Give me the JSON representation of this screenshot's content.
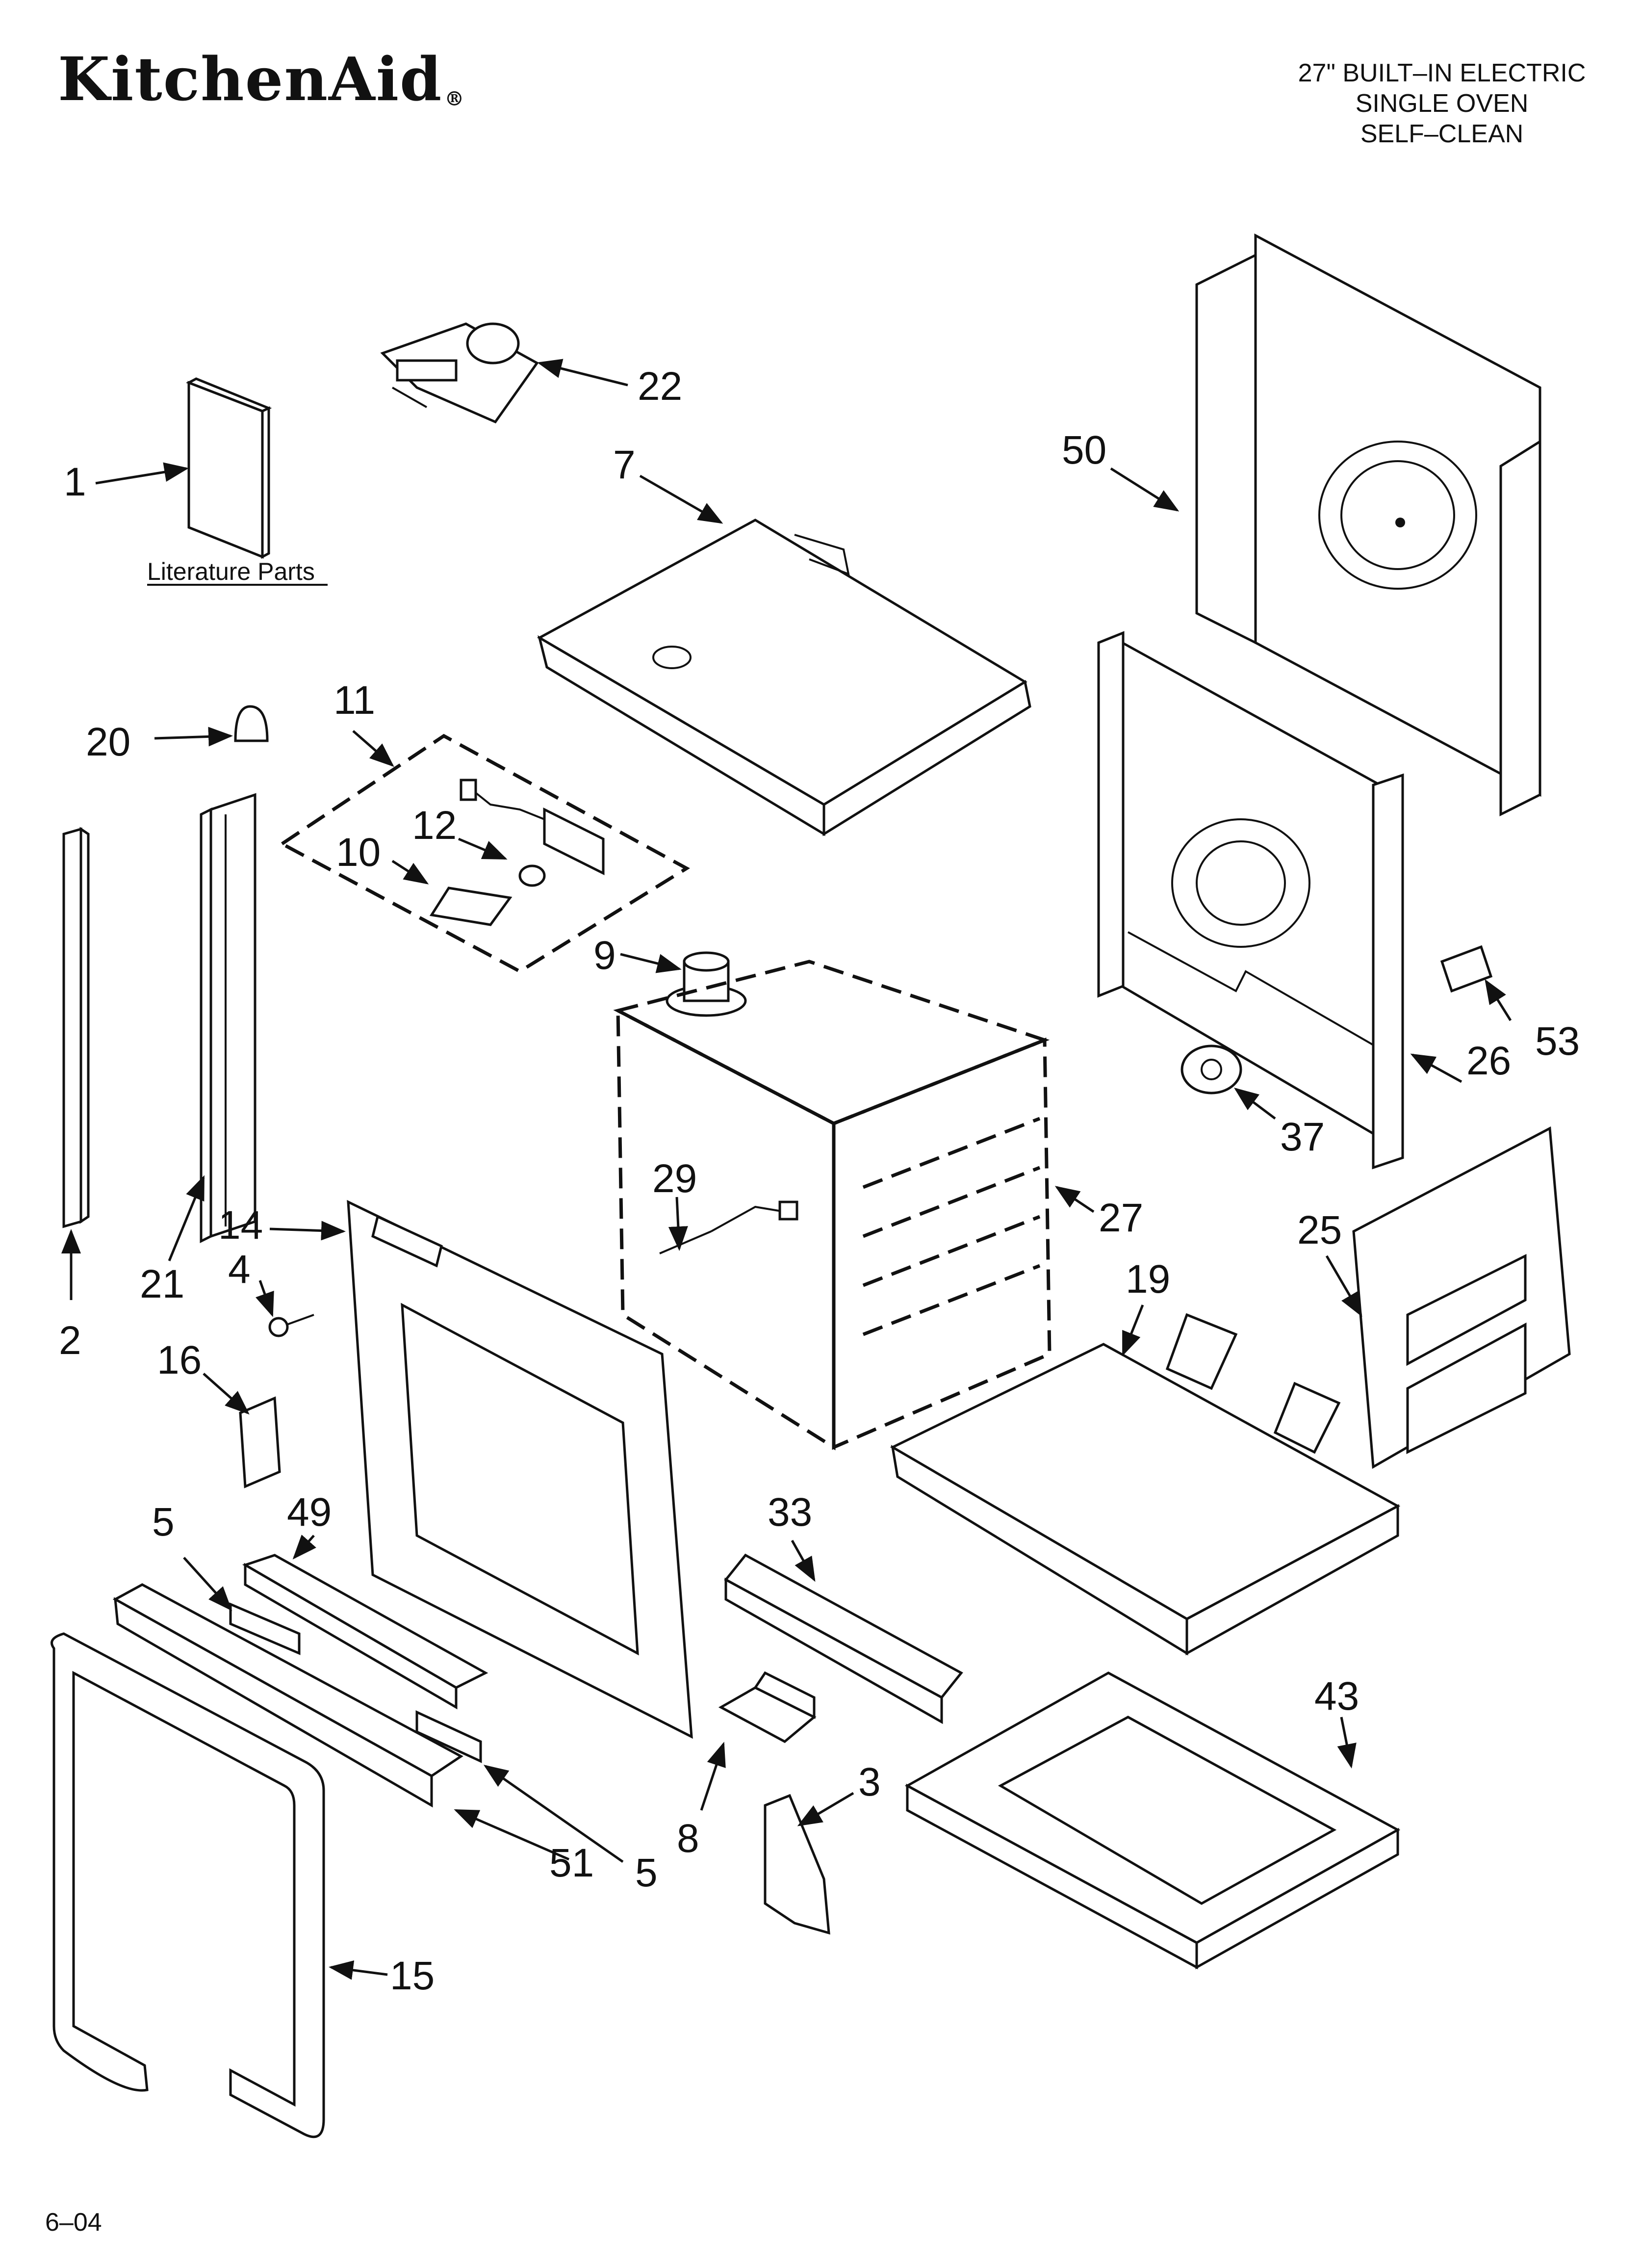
{
  "brand": {
    "logo_text": "KitchenAid",
    "registered_mark": "®"
  },
  "title": {
    "line1": "27\" BUILT–IN ELECTRIC",
    "line2": "SINGLE OVEN",
    "line3": "SELF–CLEAN"
  },
  "literature_label": "Literature Parts",
  "footer_code": "6–04",
  "part_labels": {
    "p1": "1",
    "p2": "2",
    "p3": "3",
    "p4": "4",
    "p5a": "5",
    "p5b": "5",
    "p7": "7",
    "p8": "8",
    "p9": "9",
    "p10": "10",
    "p11": "11",
    "p12": "12",
    "p14": "14",
    "p15": "15",
    "p16": "16",
    "p19": "19",
    "p20": "20",
    "p21": "21",
    "p22": "22",
    "p25": "25",
    "p26": "26",
    "p27": "27",
    "p29": "29",
    "p33": "33",
    "p37": "37",
    "p43": "43",
    "p49": "49",
    "p50": "50",
    "p51": "51",
    "p53": "53"
  }
}
